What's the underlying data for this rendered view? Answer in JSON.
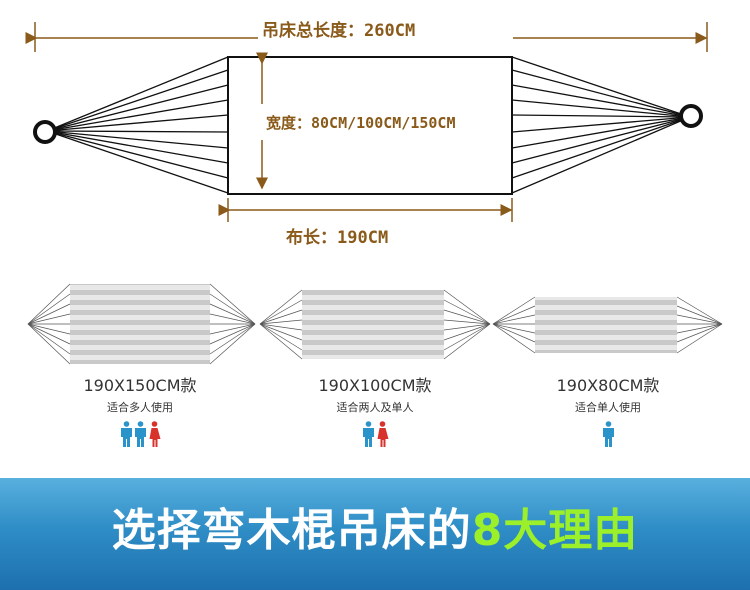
{
  "diagram": {
    "total_length_label": "吊床总长度：260CM",
    "width_label": "宽度：80CM/100CM/150CM",
    "cloth_length_label": "布长：190CM"
  },
  "models": [
    {
      "size": "190X150CM款",
      "usage": "适合多人使用",
      "people": [
        "male",
        "male",
        "female"
      ]
    },
    {
      "size": "190X100CM款",
      "usage": "适合两人及单人",
      "people": [
        "male",
        "female"
      ]
    },
    {
      "size": "190X80CM款",
      "usage": "适合单人使用",
      "people": [
        "male"
      ]
    }
  ],
  "banner": {
    "title_main": "选择弯木棍吊床的",
    "title_highlight": "8大理由"
  },
  "colors": {
    "dimension_text": "#8a5a1a",
    "male_icon": "#2a93c9",
    "female_icon": "#d8322c",
    "banner_blue": "#2f8dc6",
    "banner_highlight": "#9cf02a"
  }
}
